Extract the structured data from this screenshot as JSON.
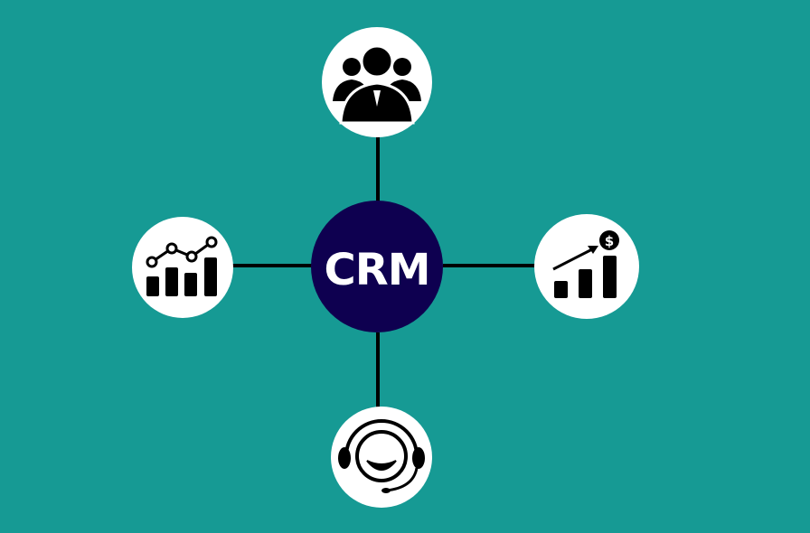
{
  "diagram": {
    "center_label": "CRM",
    "nodes": [
      {
        "id": "customers",
        "icon": "people-group-icon"
      },
      {
        "id": "analytics",
        "icon": "bar-line-chart-icon"
      },
      {
        "id": "sales-growth",
        "icon": "revenue-growth-icon"
      },
      {
        "id": "support",
        "icon": "headset-support-icon"
      }
    ],
    "colors": {
      "background": "#169a94",
      "center": "#0e0050",
      "node": "#ffffff",
      "line": "#000000"
    }
  }
}
